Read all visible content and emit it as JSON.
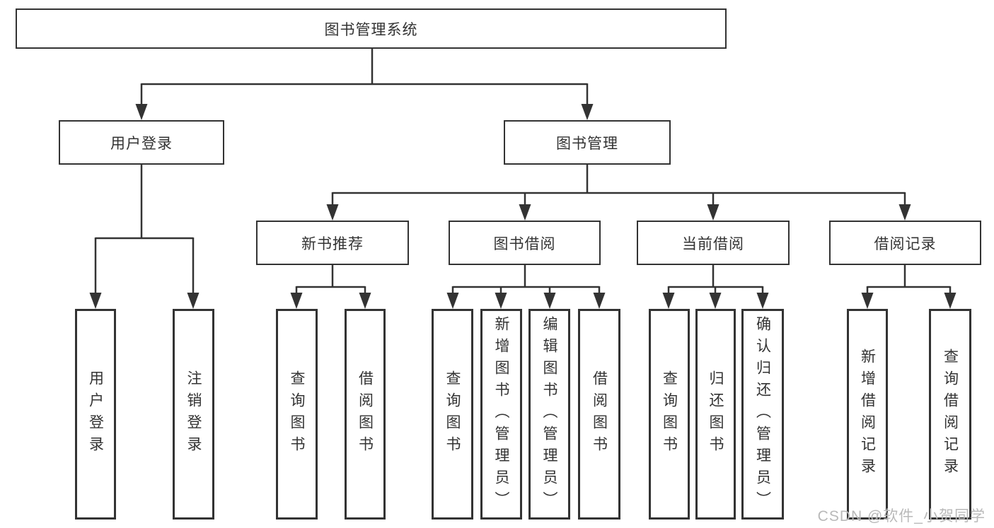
{
  "tree": {
    "label": "图书管理系统",
    "children": [
      {
        "label": "用户登录",
        "children": [
          {
            "label": "用户登录"
          },
          {
            "label": "注销登录"
          }
        ]
      },
      {
        "label": "图书管理",
        "children": [
          {
            "label": "新书推荐",
            "children": [
              {
                "label": "查询图书"
              },
              {
                "label": "借阅图书"
              }
            ]
          },
          {
            "label": "图书借阅",
            "children": [
              {
                "label": "查询图书"
              },
              {
                "label": "新增图书（管理员）"
              },
              {
                "label": "编辑图书（管理员）"
              },
              {
                "label": "借阅图书"
              }
            ]
          },
          {
            "label": "当前借阅",
            "children": [
              {
                "label": "查询图书"
              },
              {
                "label": "归还图书"
              },
              {
                "label": "确认归还（管理员）"
              }
            ]
          },
          {
            "label": "借阅记录",
            "children": [
              {
                "label": "新增借阅记录"
              },
              {
                "label": "查询借阅记录"
              }
            ]
          }
        ]
      }
    ]
  },
  "watermark": {
    "text": "CSDN @软件_小贺同学"
  },
  "colors": {
    "line": "#333333",
    "text": "#333333",
    "box_background": "#ffffff",
    "watermark": "#b9b9b9",
    "background": "#ffffff"
  }
}
